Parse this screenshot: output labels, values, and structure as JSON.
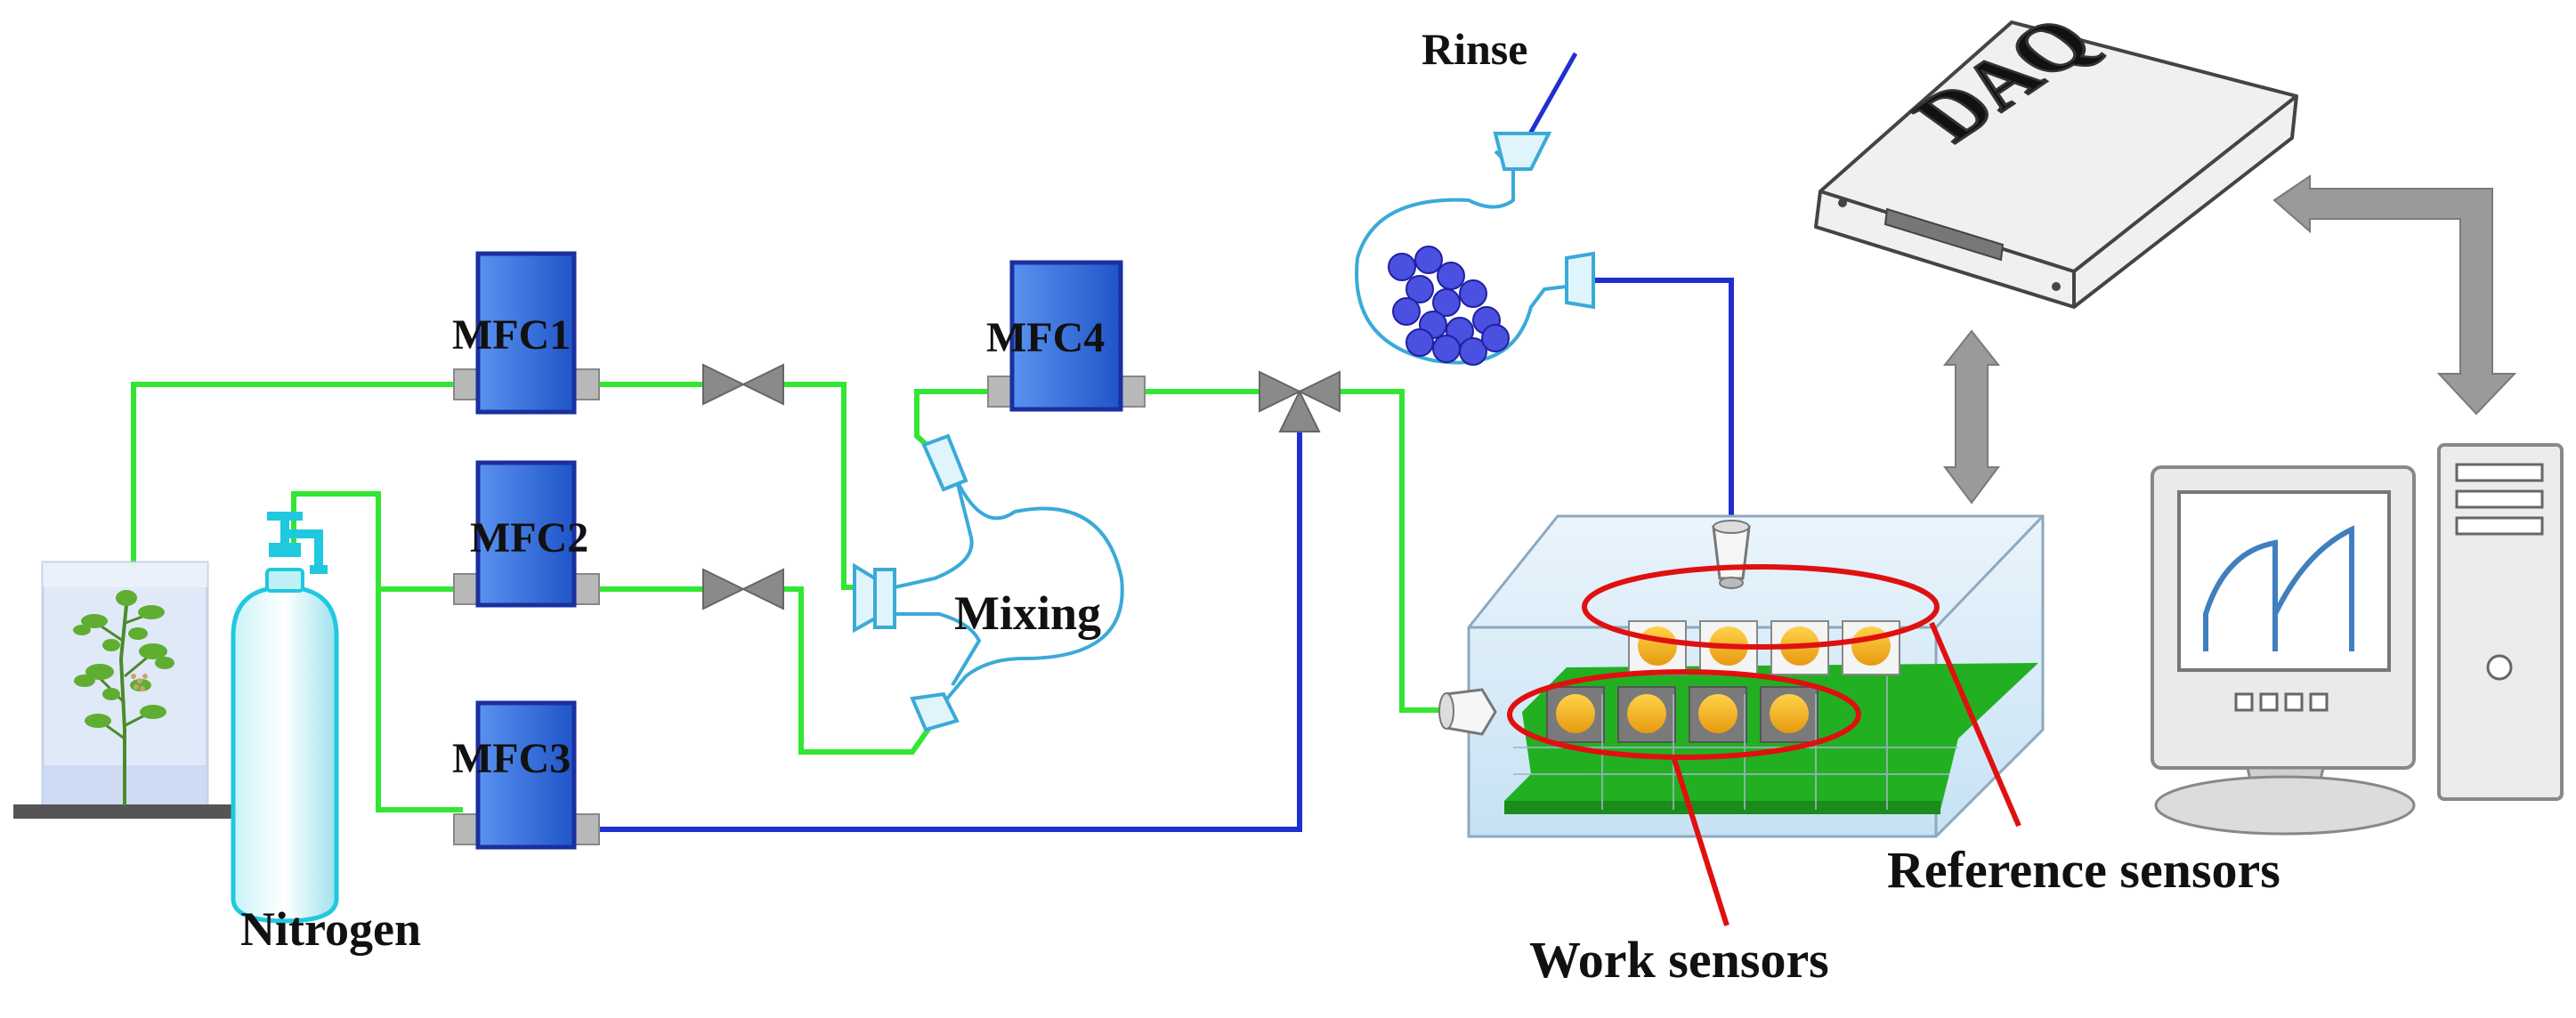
{
  "labels": {
    "mfc1": "MFC1",
    "mfc2": "MFC2",
    "mfc3": "MFC3",
    "mfc4": "MFC4",
    "mixing": "Mixing",
    "rinse": "Rinse",
    "daq": "DAQ",
    "nitrogen": "Nitrogen",
    "reference_sensors": "Reference sensors",
    "work_sensors": "Work sensors"
  },
  "colors": {
    "gas_line": "#33e633",
    "rinse_line": "#1f2fd0",
    "mfc_fill": "#2f6fe0",
    "glass_outline": "#3aaad8",
    "highlight_ellipse": "#e01010",
    "sensor_gold": "#f0b020",
    "board_green": "#22b022",
    "arrow_gray": "#999999"
  }
}
